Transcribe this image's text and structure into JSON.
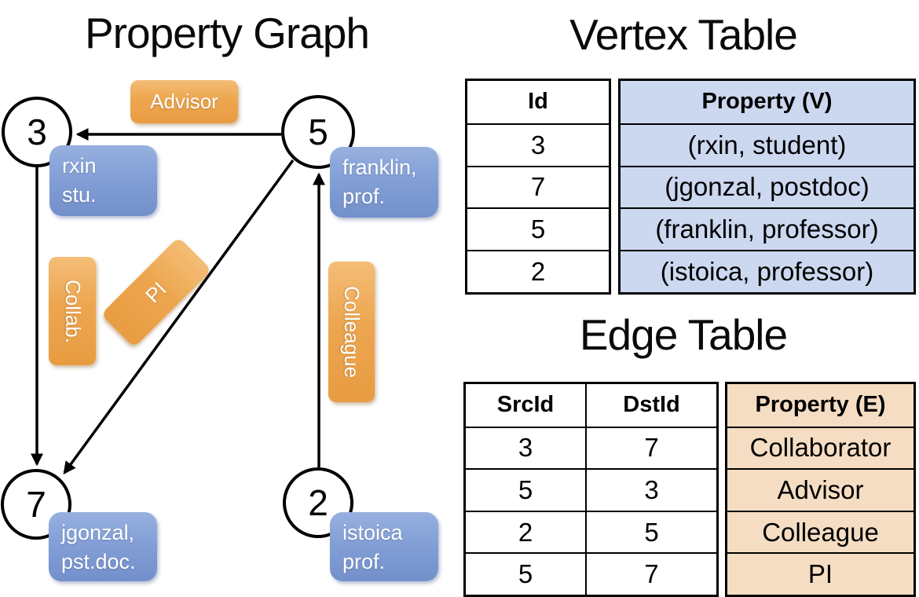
{
  "graph": {
    "title": "Property Graph",
    "nodes": [
      {
        "id": "3"
      },
      {
        "id": "5"
      },
      {
        "id": "7"
      },
      {
        "id": "2"
      }
    ],
    "vertex_boxes": [
      {
        "line1": "rxin",
        "line2": "stu."
      },
      {
        "line1": "franklin,",
        "line2": "prof."
      },
      {
        "line1": "jgonzal,",
        "line2": "pst.doc."
      },
      {
        "line1": "istoica",
        "line2": "prof."
      }
    ],
    "edge_labels": {
      "advisor": "Advisor",
      "collab": "Collab.",
      "pi": "PI",
      "colleague": "Colleague"
    }
  },
  "vertex_table": {
    "title": "Vertex Table",
    "headers": {
      "id": "Id",
      "property": "Property (V)"
    },
    "rows": [
      {
        "id": "3",
        "property": "(rxin, student)"
      },
      {
        "id": "7",
        "property": "(jgonzal, postdoc)"
      },
      {
        "id": "5",
        "property": "(franklin, professor)"
      },
      {
        "id": "2",
        "property": "(istoica, professor)"
      }
    ]
  },
  "edge_table": {
    "title": "Edge Table",
    "headers": {
      "src": "SrcId",
      "dst": "DstId",
      "property": "Property (E)"
    },
    "rows": [
      {
        "src": "3",
        "dst": "7",
        "property": "Collaborator"
      },
      {
        "src": "5",
        "dst": "3",
        "property": "Advisor"
      },
      {
        "src": "2",
        "dst": "5",
        "property": "Colleague"
      },
      {
        "src": "5",
        "dst": "7",
        "property": "PI"
      }
    ]
  },
  "colors": {
    "vertex_cell_blue": "#ccd8ef",
    "edge_cell_peach": "#f4ddc2",
    "pill_orange": "#eda64f",
    "vertex_box_blue": "#839fd6",
    "line_black": "#000000"
  }
}
